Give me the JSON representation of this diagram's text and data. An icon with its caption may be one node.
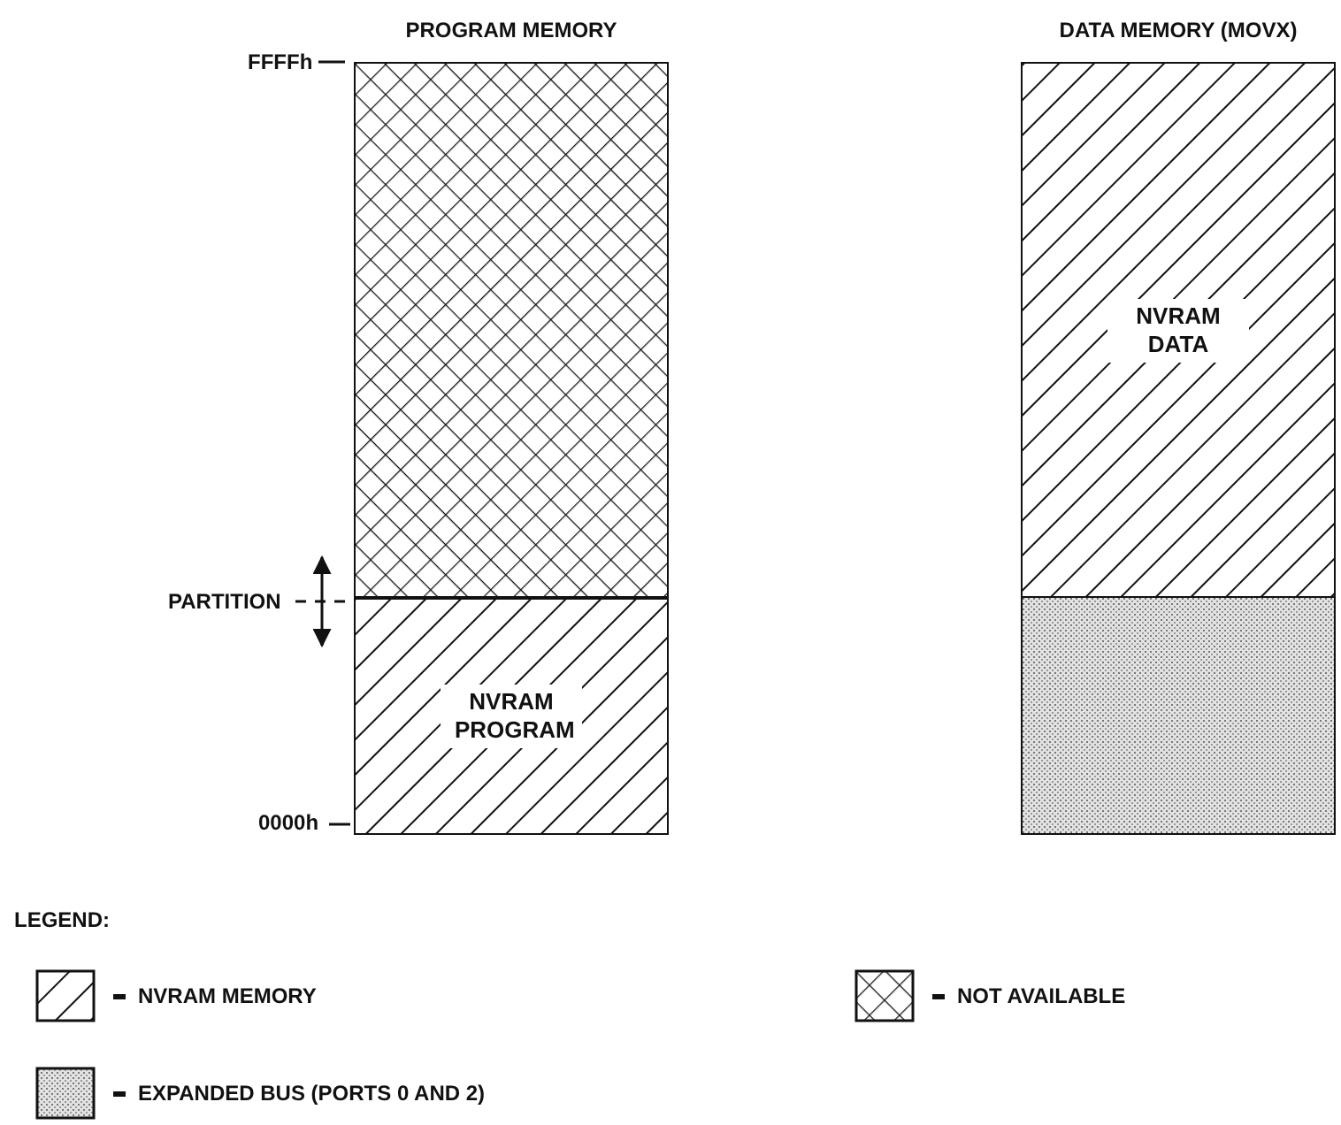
{
  "diagram": {
    "nodes": [
      {
        "text": [
          "PROGRAM MEMORY"
        ]
      },
      {
        "text": [],
        "shape": "box",
        "in": 0
      },
      {
        "text": [
          "NVRAM PROGRAM"
        ],
        "in": 0
      },
      {
        "text": [
          "DATA MEMORY (MOVX)"
        ]
      },
      {
        "text": [
          "NVRAM DATA"
        ],
        "in": 3
      },
      {
        "text": [],
        "shape": "box",
        "in": 3
      }
    ],
    "labels": [
      "FFFFh",
      "PARTITION",
      "0000h",
      "LEGEND:"
    ],
    "legend": [
      {
        "text": "NVRAM MEMORY"
      },
      {
        "text": "NOT AVAILABLE"
      },
      {
        "text": "EXPANDED BUS (PORTS 0 AND 2)"
      }
    ]
  }
}
